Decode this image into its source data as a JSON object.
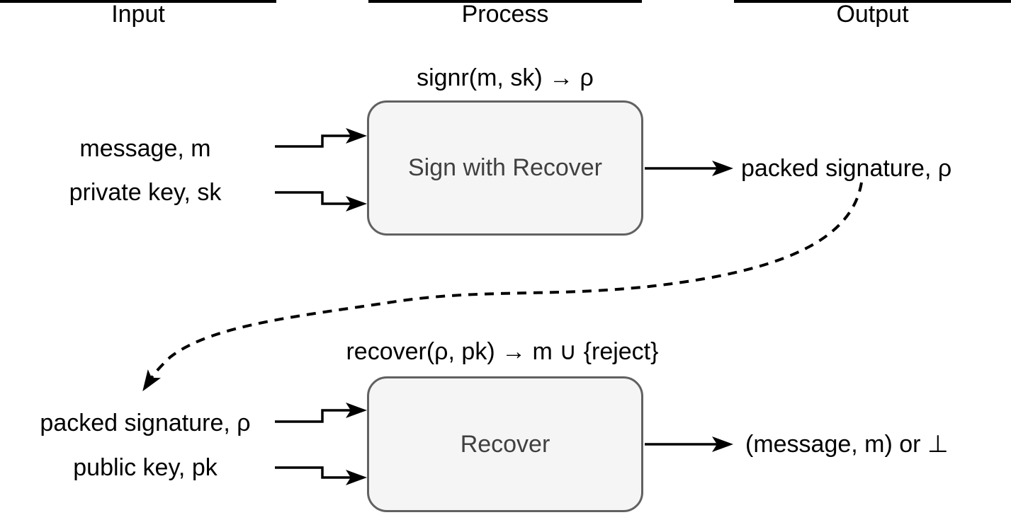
{
  "headers": {
    "input": "Input",
    "process": "Process",
    "output": "Output"
  },
  "sign_flow": {
    "function_label": "signr(m, sk) → ρ",
    "box_label": "Sign with Recover",
    "input_message": "message, m",
    "input_private_key": "private key, sk",
    "output": "packed signature, ρ"
  },
  "recover_flow": {
    "function_label": "recover(ρ, pk) → m ∪ {reject}",
    "box_label": "Recover",
    "input_packed_signature": "packed signature, ρ",
    "input_public_key": "public key, pk",
    "output": "(message, m) or ⊥"
  },
  "colors": {
    "background": "#ffffff",
    "box_fill": "#f5f5f5",
    "box_border": "#616161",
    "box_text": "#404040",
    "line": "#000000"
  }
}
